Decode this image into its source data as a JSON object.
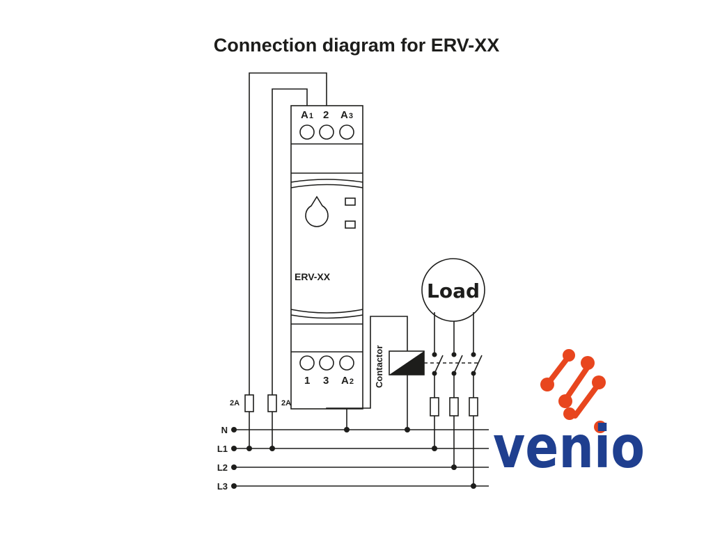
{
  "title": "Connection diagram for ERV-XX",
  "device": {
    "model": "ERV-XX",
    "top_terminals": [
      {
        "main": "A",
        "sub": "1"
      },
      {
        "main": "2",
        "sub": ""
      },
      {
        "main": "A",
        "sub": "3"
      }
    ],
    "bottom_terminals": [
      {
        "main": "1",
        "sub": ""
      },
      {
        "main": "3",
        "sub": ""
      },
      {
        "main": "A",
        "sub": "2"
      }
    ]
  },
  "fuses": [
    "2A",
    "2A"
  ],
  "lines": [
    "N",
    "L1",
    "L2",
    "L3"
  ],
  "contactor_label": "Contactor",
  "load_label": "Load",
  "brand": {
    "name": "venio",
    "text_color": "#1f3f8f",
    "accent_color": "#e8461e"
  }
}
